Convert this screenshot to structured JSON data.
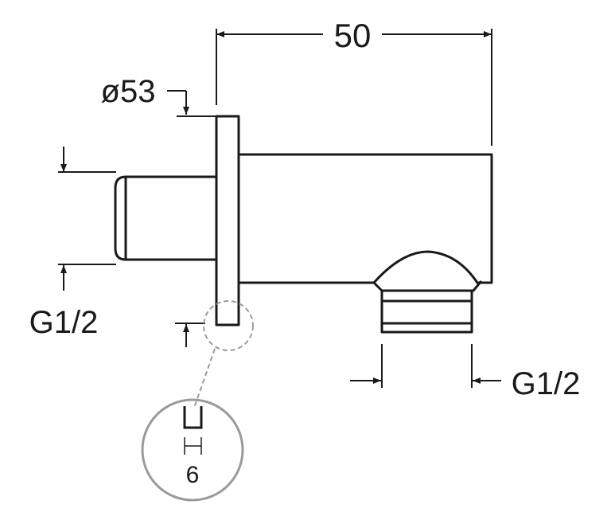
{
  "dimensions": {
    "length": "50",
    "flange_diameter": "ø53",
    "inlet_thread": "G1/2",
    "outlet_thread": "G1/2",
    "detail_width": "6"
  },
  "colors": {
    "line": "#1a1a1a",
    "detail_circle": "#9a9a9a"
  }
}
